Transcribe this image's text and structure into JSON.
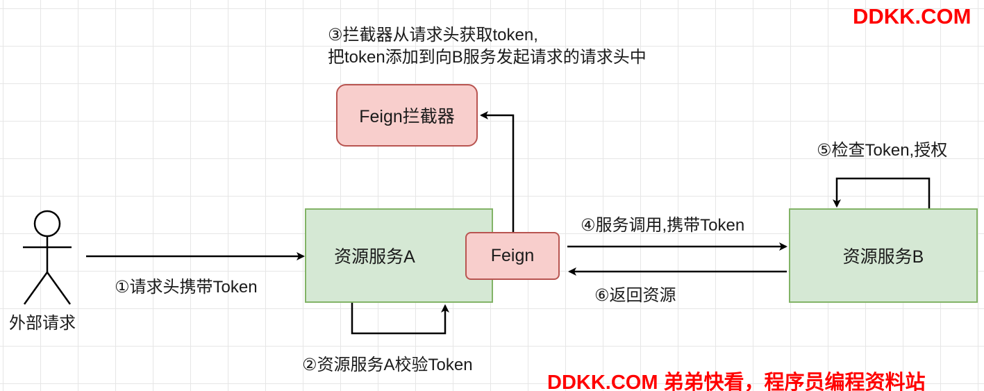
{
  "watermark_top": "DDKK.COM",
  "watermark_bottom": "DDKK.COM 弟弟快看，程序员编程资料站",
  "actor": {
    "label": "外部请求"
  },
  "nodes": {
    "service_a": "资源服务A",
    "feign": "Feign",
    "interceptor": "Feign拦截器",
    "service_b": "资源服务B"
  },
  "steps": {
    "step1": "①请求头携带Token",
    "step2": "②资源服务A校验Token",
    "step3_line1": "③拦截器从请求头获取token,",
    "step3_line2": "把token添加到向B服务发起请求的请求头中",
    "step4": "④服务调用,携带Token",
    "step5": "⑤检查Token,授权",
    "step6": "⑥返回资源"
  },
  "colors": {
    "green_fill": "#d5e8d4",
    "green_stroke": "#82b366",
    "pink_fill": "#f8cecc",
    "pink_stroke": "#b85450",
    "brand": "#ff0000"
  }
}
